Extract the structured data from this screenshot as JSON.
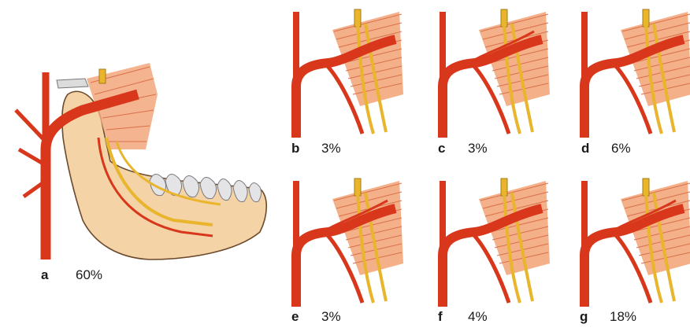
{
  "panels": [
    {
      "id": "a",
      "letter": "a",
      "percent": "60%"
    },
    {
      "id": "b",
      "letter": "b",
      "percent": "3%"
    },
    {
      "id": "c",
      "letter": "c",
      "percent": "3%"
    },
    {
      "id": "d",
      "letter": "d",
      "percent": "6%"
    },
    {
      "id": "e",
      "letter": "e",
      "percent": "3%"
    },
    {
      "id": "f",
      "letter": "f",
      "percent": "4%"
    },
    {
      "id": "g",
      "letter": "g",
      "percent": "18%"
    }
  ],
  "colors": {
    "artery": "#d8371c",
    "artery_highlight": "#f06a46",
    "nerve": "#e8b52c",
    "nerve_outline": "#a57a12",
    "muscle": "#f2a77c",
    "muscle_stripe": "#d9704a",
    "bone": "#f4d3a6",
    "bone_outline": "#6b4a2e",
    "tooth": "#e4e4e6",
    "tooth_outline": "#7a7a80"
  }
}
